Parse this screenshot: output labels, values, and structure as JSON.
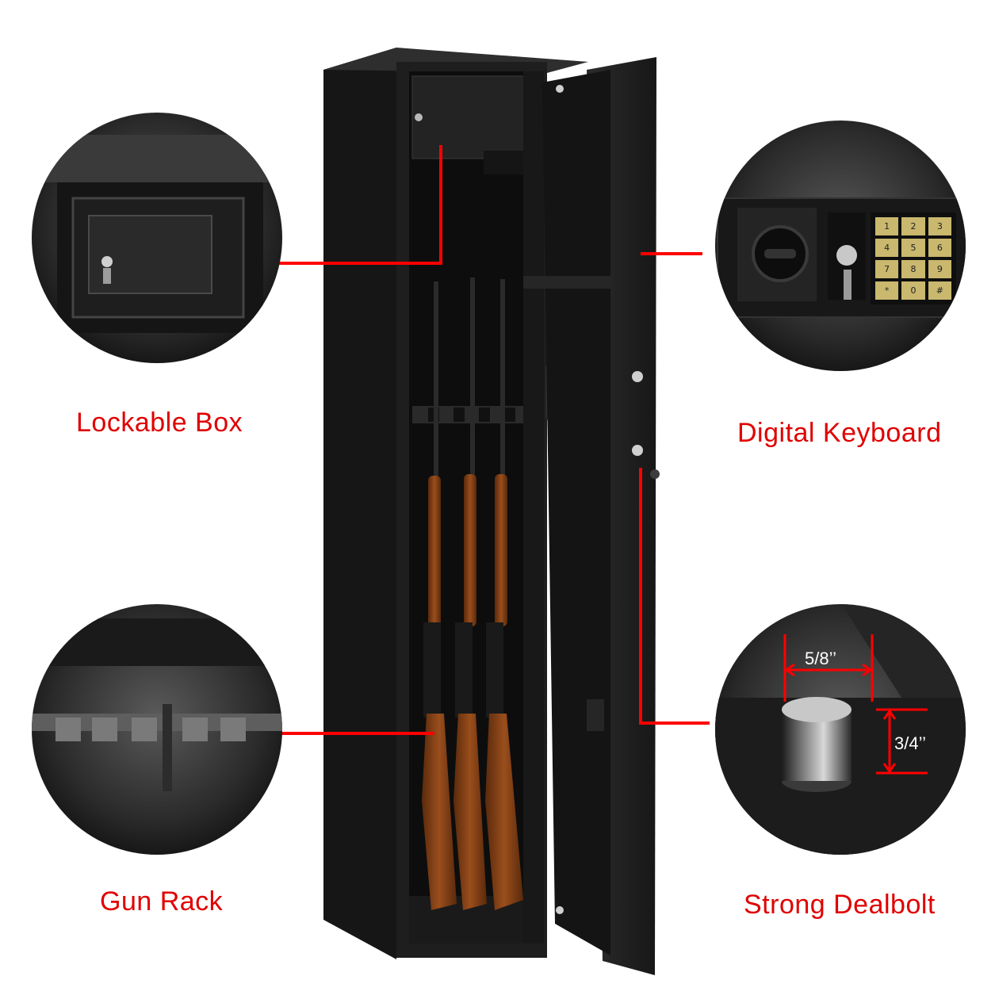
{
  "callouts": {
    "lockable_box": "Lockable Box",
    "digital_keyboard": "Digital Keyboard",
    "gun_rack": "Gun Rack",
    "strong_deadbolt": "Strong Dealbolt"
  },
  "dimensions": {
    "bolt_width": "5/8’’",
    "bolt_height": "3/4’’"
  },
  "keypad": {
    "keys": [
      "1",
      "2",
      "3",
      "4",
      "5",
      "6",
      "7",
      "8",
      "9",
      "*",
      "0",
      "#"
    ]
  },
  "colors": {
    "accent": "#ff0000",
    "label": "#e00000",
    "safe_body": "#1e1e1e",
    "stock_wood": "#7a3a12"
  },
  "icons": {
    "lockable_box_zoom": "lock-box-icon",
    "keypad_zoom": "keypad-icon",
    "rack_zoom": "gun-rack-icon",
    "deadbolt_zoom": "deadbolt-icon"
  }
}
